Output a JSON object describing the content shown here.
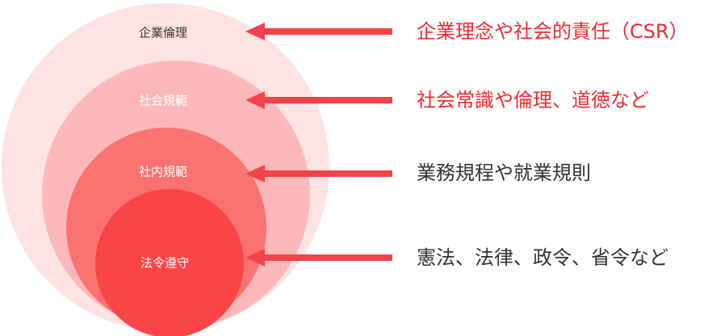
{
  "colors": {
    "circle_outer": "#fde3e3",
    "circle_second": "#fcb8b8",
    "circle_third": "#fb7272",
    "circle_inner": "#fa4548",
    "arrow": "#f2434a",
    "accent_text": "#f02a2f",
    "dark_text": "#333333",
    "label_dark": "#333333",
    "label_light": "#ffffff"
  },
  "layers": [
    {
      "label": "企業倫理",
      "description": "企業理念や社会的責任（CSR）"
    },
    {
      "label": "社会規範",
      "description": "社会常識や倫理、道徳など"
    },
    {
      "label": "社内規範",
      "description": "業務規程や就業規則"
    },
    {
      "label": "法令遵守",
      "description": "憲法、法律、政令、省令など"
    }
  ]
}
